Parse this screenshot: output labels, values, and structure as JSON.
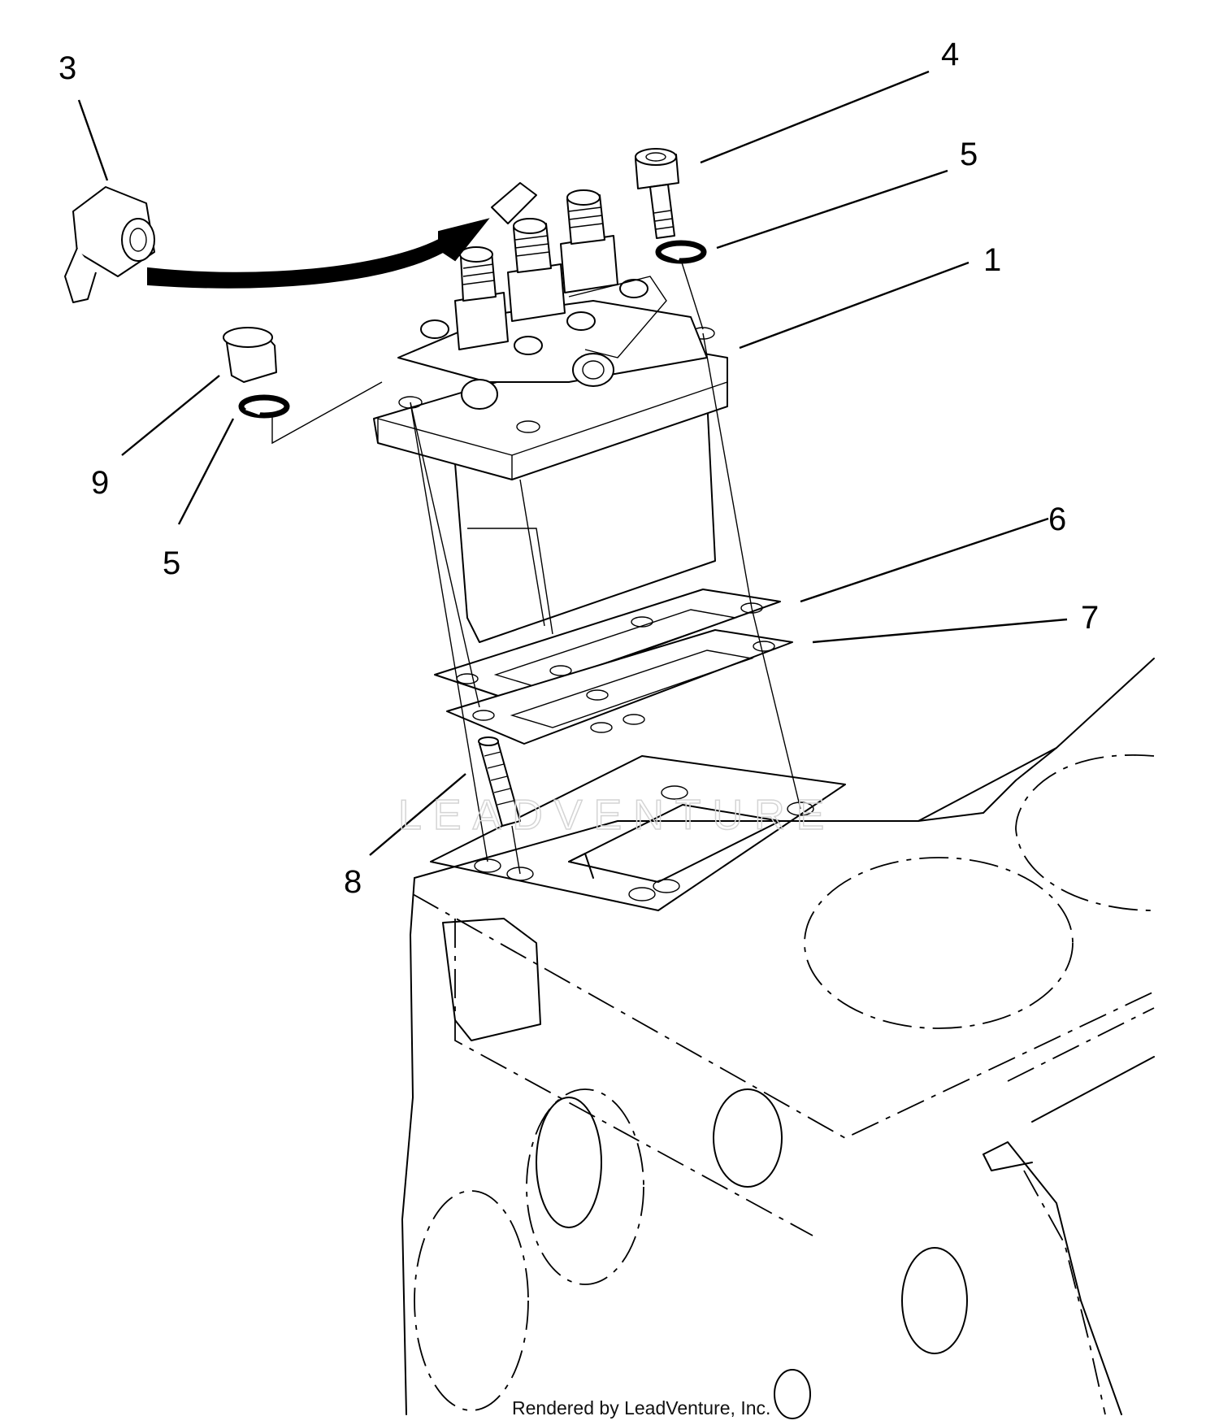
{
  "callouts": {
    "n1": "1",
    "n3": "3",
    "n4": "4",
    "n5a": "5",
    "n5b": "5",
    "n6": "6",
    "n7": "7",
    "n8": "8",
    "n9": "9"
  },
  "watermark": "LEADVENTURE",
  "footer": "Rendered by LeadVenture, Inc."
}
